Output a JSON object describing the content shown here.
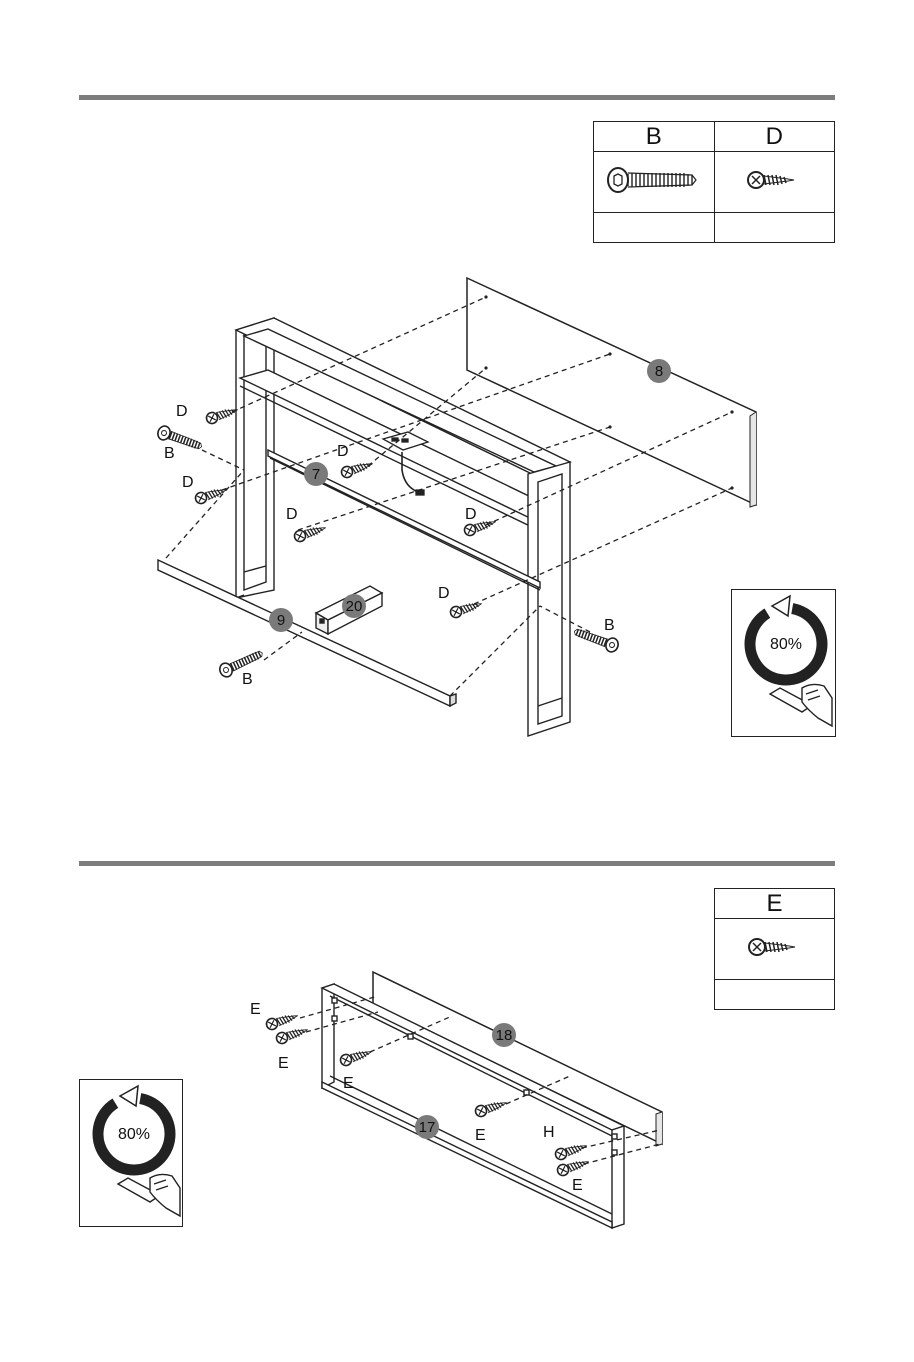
{
  "step1": {
    "hardware": [
      {
        "letter": "B",
        "icon": "bolt-icon",
        "quantity": ""
      },
      {
        "letter": "D",
        "icon": "screw-icon",
        "quantity": ""
      }
    ],
    "part_callouts": [
      "8",
      "7",
      "9",
      "20"
    ],
    "screw_labels": [
      "D",
      "B",
      "D",
      "D",
      "D",
      "D",
      "D",
      "B",
      "B"
    ],
    "tightness_badge": "80%"
  },
  "step2": {
    "hardware": [
      {
        "letter": "E",
        "icon": "screw-icon",
        "quantity": ""
      }
    ],
    "part_callouts": [
      "18",
      "17"
    ],
    "screw_labels": [
      "E",
      "E",
      "E",
      "E",
      "H",
      "E"
    ],
    "tightness_badge": "80%"
  },
  "colors": {
    "rule": "#7d7d7d",
    "callout": "#7a7a7a",
    "badge_ring": "#2a2a2a"
  }
}
